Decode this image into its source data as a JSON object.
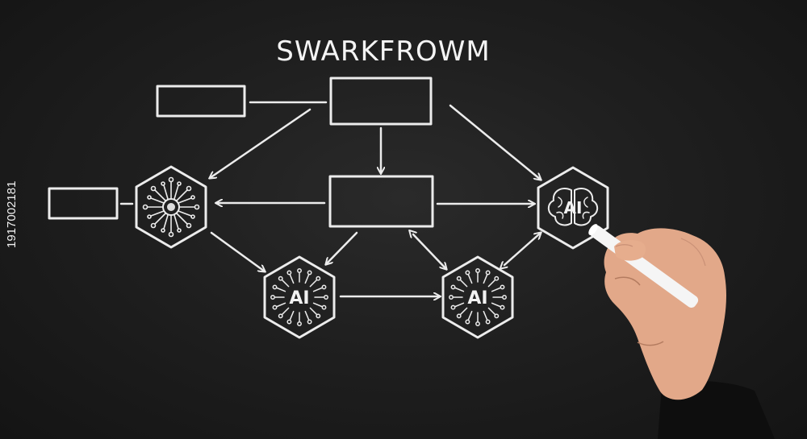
{
  "diagram": {
    "title": "SWARKFROWM",
    "ai_label": "AI"
  },
  "stock_id": "1917002181",
  "colors": {
    "board": "#1b1b1b",
    "chalk": "#ececec",
    "skin": "#e2a889",
    "chalk_stick": "#f5f5f5",
    "sleeve": "#0e0e0e"
  },
  "icons": [
    "ai-brain-icon",
    "ai-circuit-icon",
    "circuit-hub-icon",
    "hand-holding-chalk"
  ]
}
